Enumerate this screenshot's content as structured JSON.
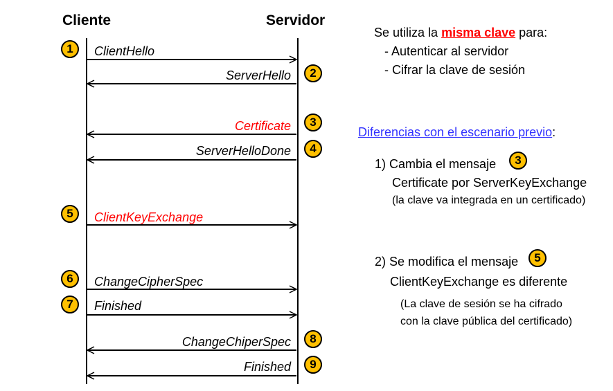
{
  "headers": {
    "client": "Cliente",
    "server": "Servidor"
  },
  "messages": [
    {
      "badge": "1",
      "label": "ClientHello",
      "color": "#000000"
    },
    {
      "badge": "2",
      "label": "ServerHello",
      "color": "#000000"
    },
    {
      "badge": "3",
      "label": "Certificate",
      "color": "#FF0000"
    },
    {
      "badge": "4",
      "label": "ServerHelloDone",
      "color": "#000000"
    },
    {
      "badge": "5",
      "label": "ClientKeyExchange",
      "color": "#FF0000"
    },
    {
      "badge": "6",
      "label": "ChangeCipherSpec",
      "color": "#000000"
    },
    {
      "badge": "7",
      "label": "Finished",
      "color": "#000000"
    },
    {
      "badge": "8",
      "label": "ChangeChiperSpec",
      "color": "#000000"
    },
    {
      "badge": "9",
      "label": "Finished",
      "color": "#000000"
    }
  ],
  "notes": {
    "key_intro_prefix": "Se utiliza la ",
    "key_highlight": "misma clave",
    "key_intro_suffix": " para:",
    "key_item1": "- Autenticar al servidor",
    "key_item2": "- Cifrar la clave de sesión",
    "diff_title": "Diferencias con el escenario previo",
    "diff_colon": ":",
    "diff1_line1": "1) Cambia el mensaje",
    "diff1_badge": "3",
    "diff1_line2": "Certificate por ServerKeyExchange",
    "diff1_line3": "(la clave va integrada en un certificado)",
    "diff2_line1": "2) Se modifica el mensaje",
    "diff2_badge": "5",
    "diff2_line2": "ClientKeyExchange es diferente",
    "diff2_line3": "(La clave de sesión se ha cifrado",
    "diff2_line4": "con la clave pública del certificado)"
  },
  "colors": {
    "badge_fill": "#FFC000",
    "highlight": "#FF0000",
    "link": "#3333FF"
  }
}
